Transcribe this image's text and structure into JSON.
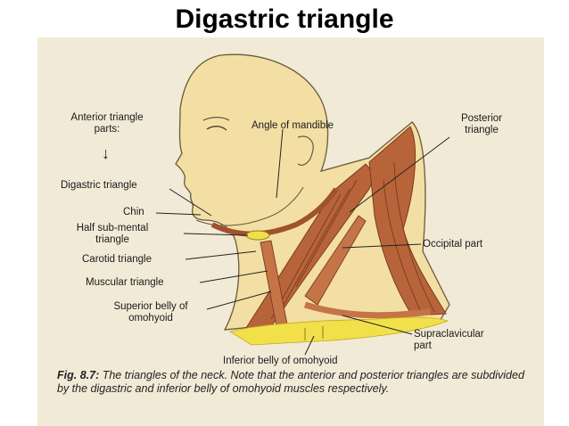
{
  "title": "Digastric triangle",
  "labels": {
    "anterior_triangle_parts": "Anterior triangle parts:",
    "angle_of_mandible": "Angle of mandible",
    "posterior_triangle": "Posterior triangle",
    "arrow": "↓",
    "digastric_triangle": "Digastric triangle",
    "chin": "Chin",
    "half_submental_triangle": "Half sub-mental triangle",
    "carotid_triangle": "Carotid triangle",
    "muscular_triangle": "Muscular triangle",
    "superior_belly": "Superior belly of omohyoid",
    "occipital_part": "Occipital part",
    "supraclavicular_part": "Supraclavicular part",
    "inferior_belly": "Inferior belly of omohyoid"
  },
  "caption": {
    "figure_number": "Fig. 8.7:",
    "text": "The triangles of the neck. Note that the anterior and posterior triangles are subdivided by the digastric and inferior belly of omohyoid muscles respectively."
  },
  "colors": {
    "background": "#f1ead6",
    "skin": "#f3dfa4",
    "muscle": "#b8643a",
    "muscle_dark": "#8a4424",
    "yellow_region": "#f2e04a",
    "leader_lines": "#222222"
  }
}
